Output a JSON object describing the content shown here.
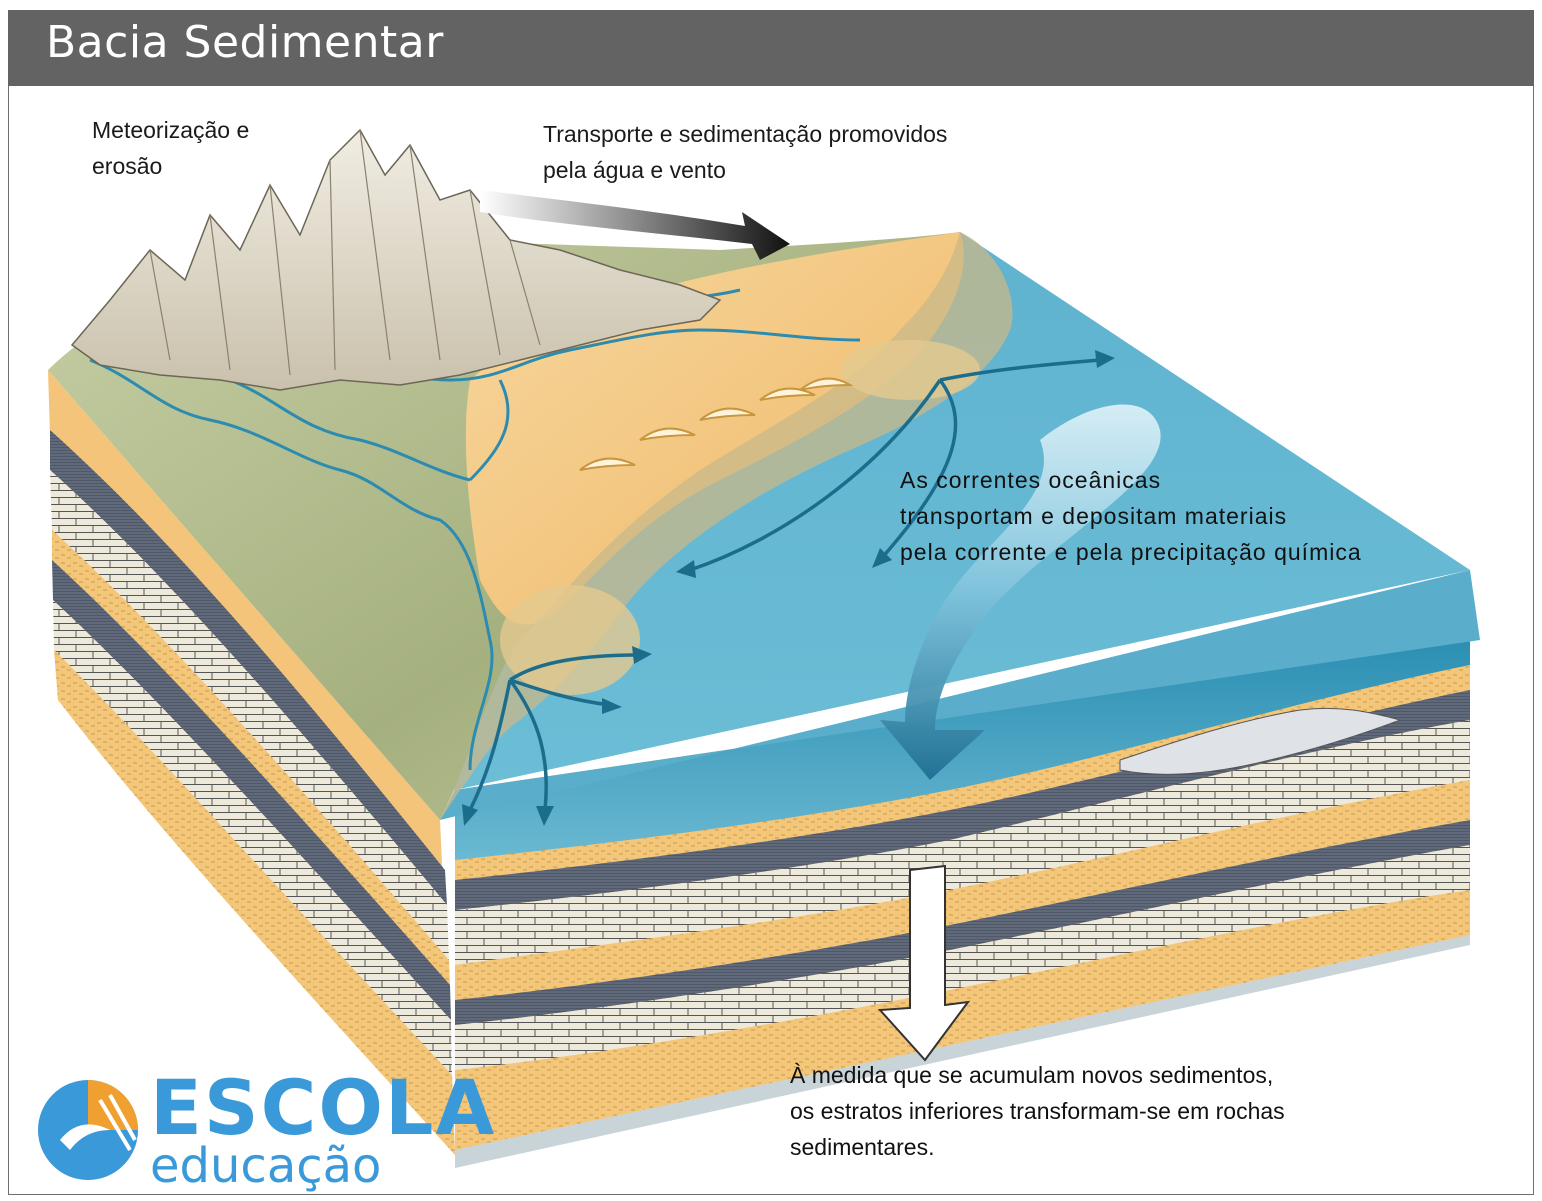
{
  "title": "Bacia Sedimentar",
  "labels": {
    "weathering": "Meteorização e\nerosão",
    "transport": "Transporte e sedimentação promovidos\npela água e vento",
    "currents": "As correntes oceânicas\ntransportam e depositam materiais\npela corrente e pela precipitação química",
    "accumulation": "À medida que se acumulam novos sedimentos,\nos estratos inferiores transformam-se em rochas\nsedimentares."
  },
  "logo": {
    "word1": "ESCOLA",
    "word2": "educação"
  },
  "colors": {
    "titlebar": "#636363",
    "sea": "#5fb3cf",
    "sand": "#f2c27a",
    "dark_layer": "#4c5463",
    "limestone": "#e8e6d8",
    "mountain": "#d8d2c2",
    "land_green": "#aab787",
    "arrow_blue": "#1c6d8c",
    "logo_blue": "#3a9ad9",
    "logo_orange": "#f0a030"
  }
}
